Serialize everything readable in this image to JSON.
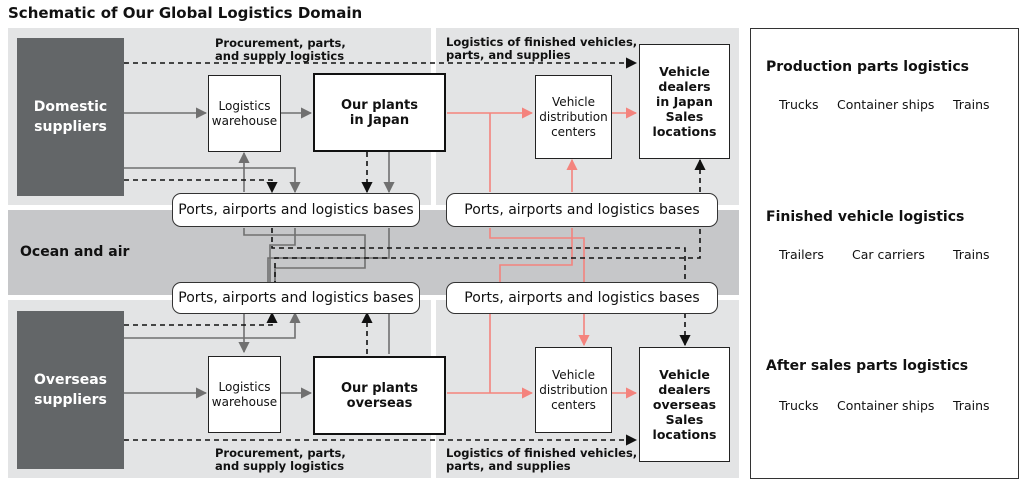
{
  "title": "Schematic of Our Global Logistics Domain",
  "top_left_label": "Procurement, parts,\nand supply logistics",
  "top_right_label": "Logistics of finished vehicles,\nparts, and supplies",
  "bottom_left_label": "Procurement, parts,\nand supply logistics",
  "bottom_right_label": "Logistics of finished vehicles,\nparts, and supplies",
  "domestic_suppliers": "Domestic\nsuppliers",
  "overseas_suppliers": "Overseas\nsuppliers",
  "logistics_warehouse_top": "Logistics\nwarehouse",
  "logistics_warehouse_bottom": "Logistics\nwarehouse",
  "plants_japan": "Our plants\nin Japan",
  "plants_overseas": "Our plants\noverseas",
  "vdc_top": "Vehicle\ndistribution\ncenters",
  "vdc_bottom": "Vehicle\ndistribution\ncenters",
  "dealers_japan": "Vehicle\ndealers\nin Japan\nSales\nlocations",
  "dealers_overseas": "Vehicle\ndealers\noverseas\nSales\nlocations",
  "ports_label": "Ports, airports and logistics bases",
  "ocean_label": "Ocean and air",
  "colors": {
    "region_bg": "#e3e4e5",
    "ocean_bg": "#c6c7c9",
    "supplier_bg": "#636668",
    "parts_line": "#707070",
    "vehicle_line": "#f4837d",
    "dashed_line": "#111111",
    "icon_gray": "#6b6e70"
  },
  "legend": {
    "production": {
      "heading": "Production parts logistics",
      "items": [
        "Trucks",
        "Container ships",
        "Trains"
      ]
    },
    "finished": {
      "heading": "Finished vehicle logistics",
      "items": [
        "Trailers",
        "Car carriers",
        "Trains"
      ]
    },
    "aftersales": {
      "heading": "After sales parts logistics",
      "items": [
        "Trucks",
        "Container ships",
        "Trains"
      ]
    }
  }
}
